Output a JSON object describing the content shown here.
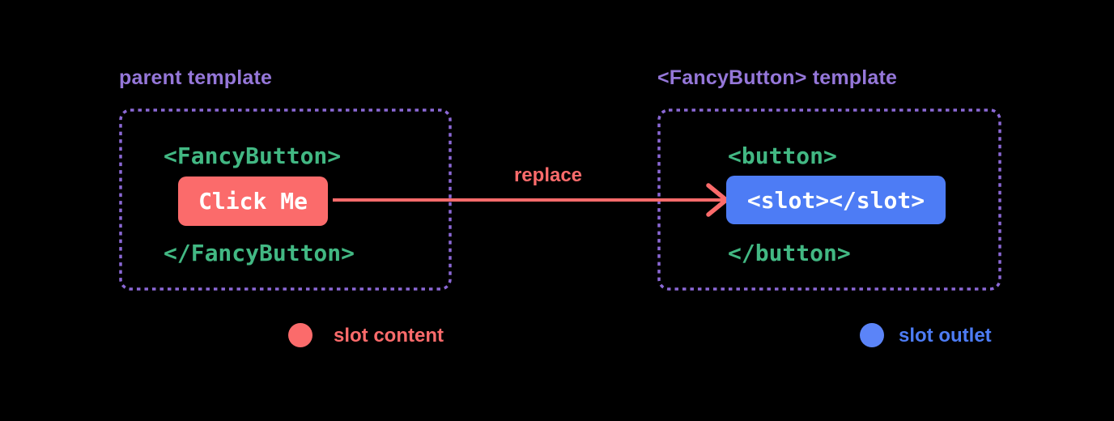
{
  "diagram": {
    "left_panel": {
      "title": "parent template",
      "open_tag": "<FancyButton>",
      "button_label": "Click Me",
      "close_tag": "</FancyButton>"
    },
    "arrow": {
      "label": "replace"
    },
    "right_panel": {
      "title": "<FancyButton> template",
      "open_tag": "<button>",
      "slot_code": "<slot></slot>",
      "close_tag": "</button>"
    },
    "legend": {
      "slot_content_label": "slot content",
      "slot_outlet_label": "slot outlet"
    },
    "colors": {
      "background": "#000000",
      "purple_title": "#9577d9",
      "purple_border": "#8b68d6",
      "green_code": "#42b883",
      "red_accent": "#fb6b6b",
      "blue_accent": "#4d7cf5",
      "white_text": "#ffffff"
    }
  }
}
